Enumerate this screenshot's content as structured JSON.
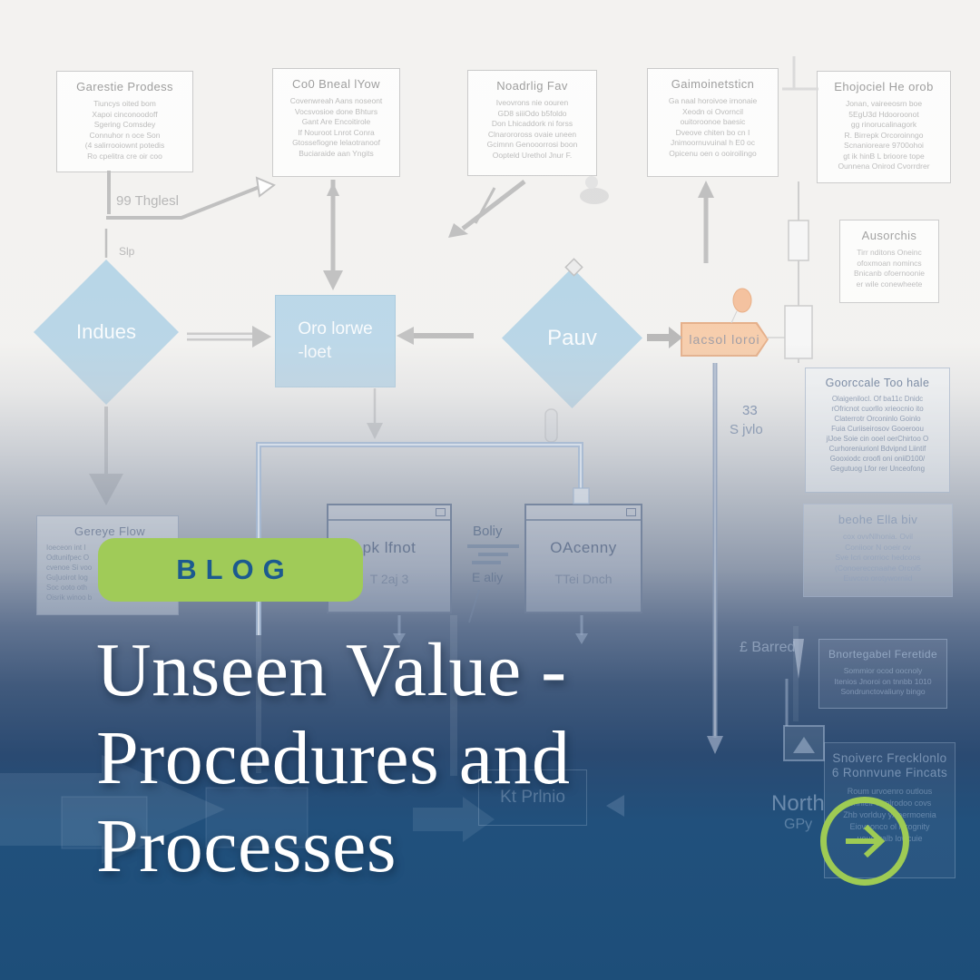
{
  "badge": {
    "label": "BLOG"
  },
  "title": {
    "lines": [
      "Unseen Value -",
      "Procedures and",
      "Processes"
    ]
  },
  "cta": {
    "icon": "arrow-right-icon"
  },
  "colors": {
    "accent_green": "#a0cb58",
    "badge_text_blue": "#1c5a8f",
    "deep_blue": "#1d4f7b",
    "flow_blue": "#b2d3e6",
    "flow_orange": "#f8c9a4",
    "title_white": "#ffffff"
  },
  "flowchart": {
    "top_boxes": [
      {
        "title": "Garestie Prodess",
        "lines": [
          "Tiuncys oited bom",
          "Xapoi cinconoodoff",
          "Sgering Comsdey",
          "Connuhor n oce Son",
          "(4 salirrooiownt potedis",
          "Ro cpelitra cre oir coo"
        ]
      },
      {
        "title": "Co0 Bneal lYow",
        "lines": [
          "Covenwreah Aans noseont",
          "Vocsvosioe done Bhturs",
          "Gant Are Encoitirole",
          "If Nouroot Lnrot Conra",
          "Gtossefiogne lelaotranoof",
          "Buciaraide aan Yngits"
        ]
      },
      {
        "title": "Noadrlig Fav",
        "lines": [
          "Iveovrons nie oouren",
          "GD8 siiiOdo b5foldo",
          "Don Lhicaddork ni forss",
          "Clnaroroross ovaie uneen",
          "Gcimnn Genooorrosi boon",
          "Oopteld Urethol Jnur F."
        ]
      },
      {
        "title": "Gaimoinetsticn",
        "lines": [
          "Ga naal horoivoe irnonaie",
          "Xeodn oi Ovorncil",
          "ouitoroonoe baesic",
          "Dveove chiten bo cn I",
          "Jnimoornuvuinal h E0 oc",
          "Opicenu oen o ooiroilingo"
        ]
      },
      {
        "title": "Ehojociel He orob",
        "lines": [
          "Jonan, vaireeosrn boe",
          "5EgU3d Hdooroonot",
          "gg rinorucalinagork",
          "R. Birrepk Orcoroinngo",
          "Scnanioreare 9700ohoi",
          "gt ik hinB L brioore tope",
          "Ounnena Onirod Cvorrdrer"
        ]
      },
      {
        "title": "Ausorchis",
        "lines": [
          "Tirr nditons Oneinc",
          "ofoxmoan nomincs",
          "Bnicanb ofoernoonie",
          "er wile conewheete"
        ]
      }
    ],
    "right_boxes": [
      {
        "title": "Goorccale Too hale",
        "lines": [
          "Olaigenilocl. Of ba11c Dnidc",
          "rOfricnot cuorllo xrieocnio ito",
          "Claterrotr Orconinlo Goinlo",
          "Fuia Curiiseirosov Gooeroou",
          "jlJoe Soie cin ooel oerChirtoo O",
          "Curhoreniurionl Bdvipnd Liintif",
          "Gooxiodc croofi oni oniiD100/",
          "Gegutuog Lfor rer Unceofong"
        ]
      },
      {
        "title": "beohe Ella biv",
        "lines": [
          "cox ovvNlhonia. Ovil",
          "Coniioor N ooeir ov",
          "Sve Icri ororrioc hedcoos",
          "(Conoereccnaahe Orcol5",
          "Euvcco orotyworniid"
        ]
      },
      {
        "title": "Bnortegabel Feretide",
        "lines": [
          "Sommior ocod oocnoly",
          "Itenios Jnoroi on tnnbb 1010",
          "Sondrunctovaliuny bingo"
        ]
      },
      {
        "title": "Snoiverc Frecklonlo\n6 Ronnvune Fincats",
        "lines": [
          "Roum urvoenro outlous",
          "Shnieir boplrodoo covs",
          "Zhb vorlduy yAnermoenia",
          "Eiovoonco ol inrognity",
          "uousoralb lowcuie"
        ]
      }
    ],
    "left_box": {
      "title": "Gereye Flow",
      "lines": [
        "Ioeceon int I",
        "Odtunifpec O",
        "cvenoe Si voo",
        "Gu]uoirot log",
        "Soc ooto oth",
        "Oisrik winoo b"
      ]
    },
    "windows": [
      {
        "title": "pk lfnot",
        "subtitle": "T 2aj 3"
      },
      {
        "title": "OAcenny",
        "subtitle": "TTei Dnch"
      }
    ],
    "shapes": {
      "diamond1": "Indues",
      "process": {
        "lines": [
          "Oro lorwe",
          "-loet"
        ]
      },
      "diamond2": "Pauv",
      "pennant": "lacsol loroi"
    },
    "labels": {
      "l99": "99 Thglesl",
      "slp": "Slp",
      "n33": "33",
      "sjvlo": "S jvlo",
      "boliy": "Boliy",
      "ealiy": "E aliy",
      "barred": "£ Barred",
      "north": "North",
      "gpy": "GPy",
      "ktprint": "Kt Prlnio"
    }
  }
}
